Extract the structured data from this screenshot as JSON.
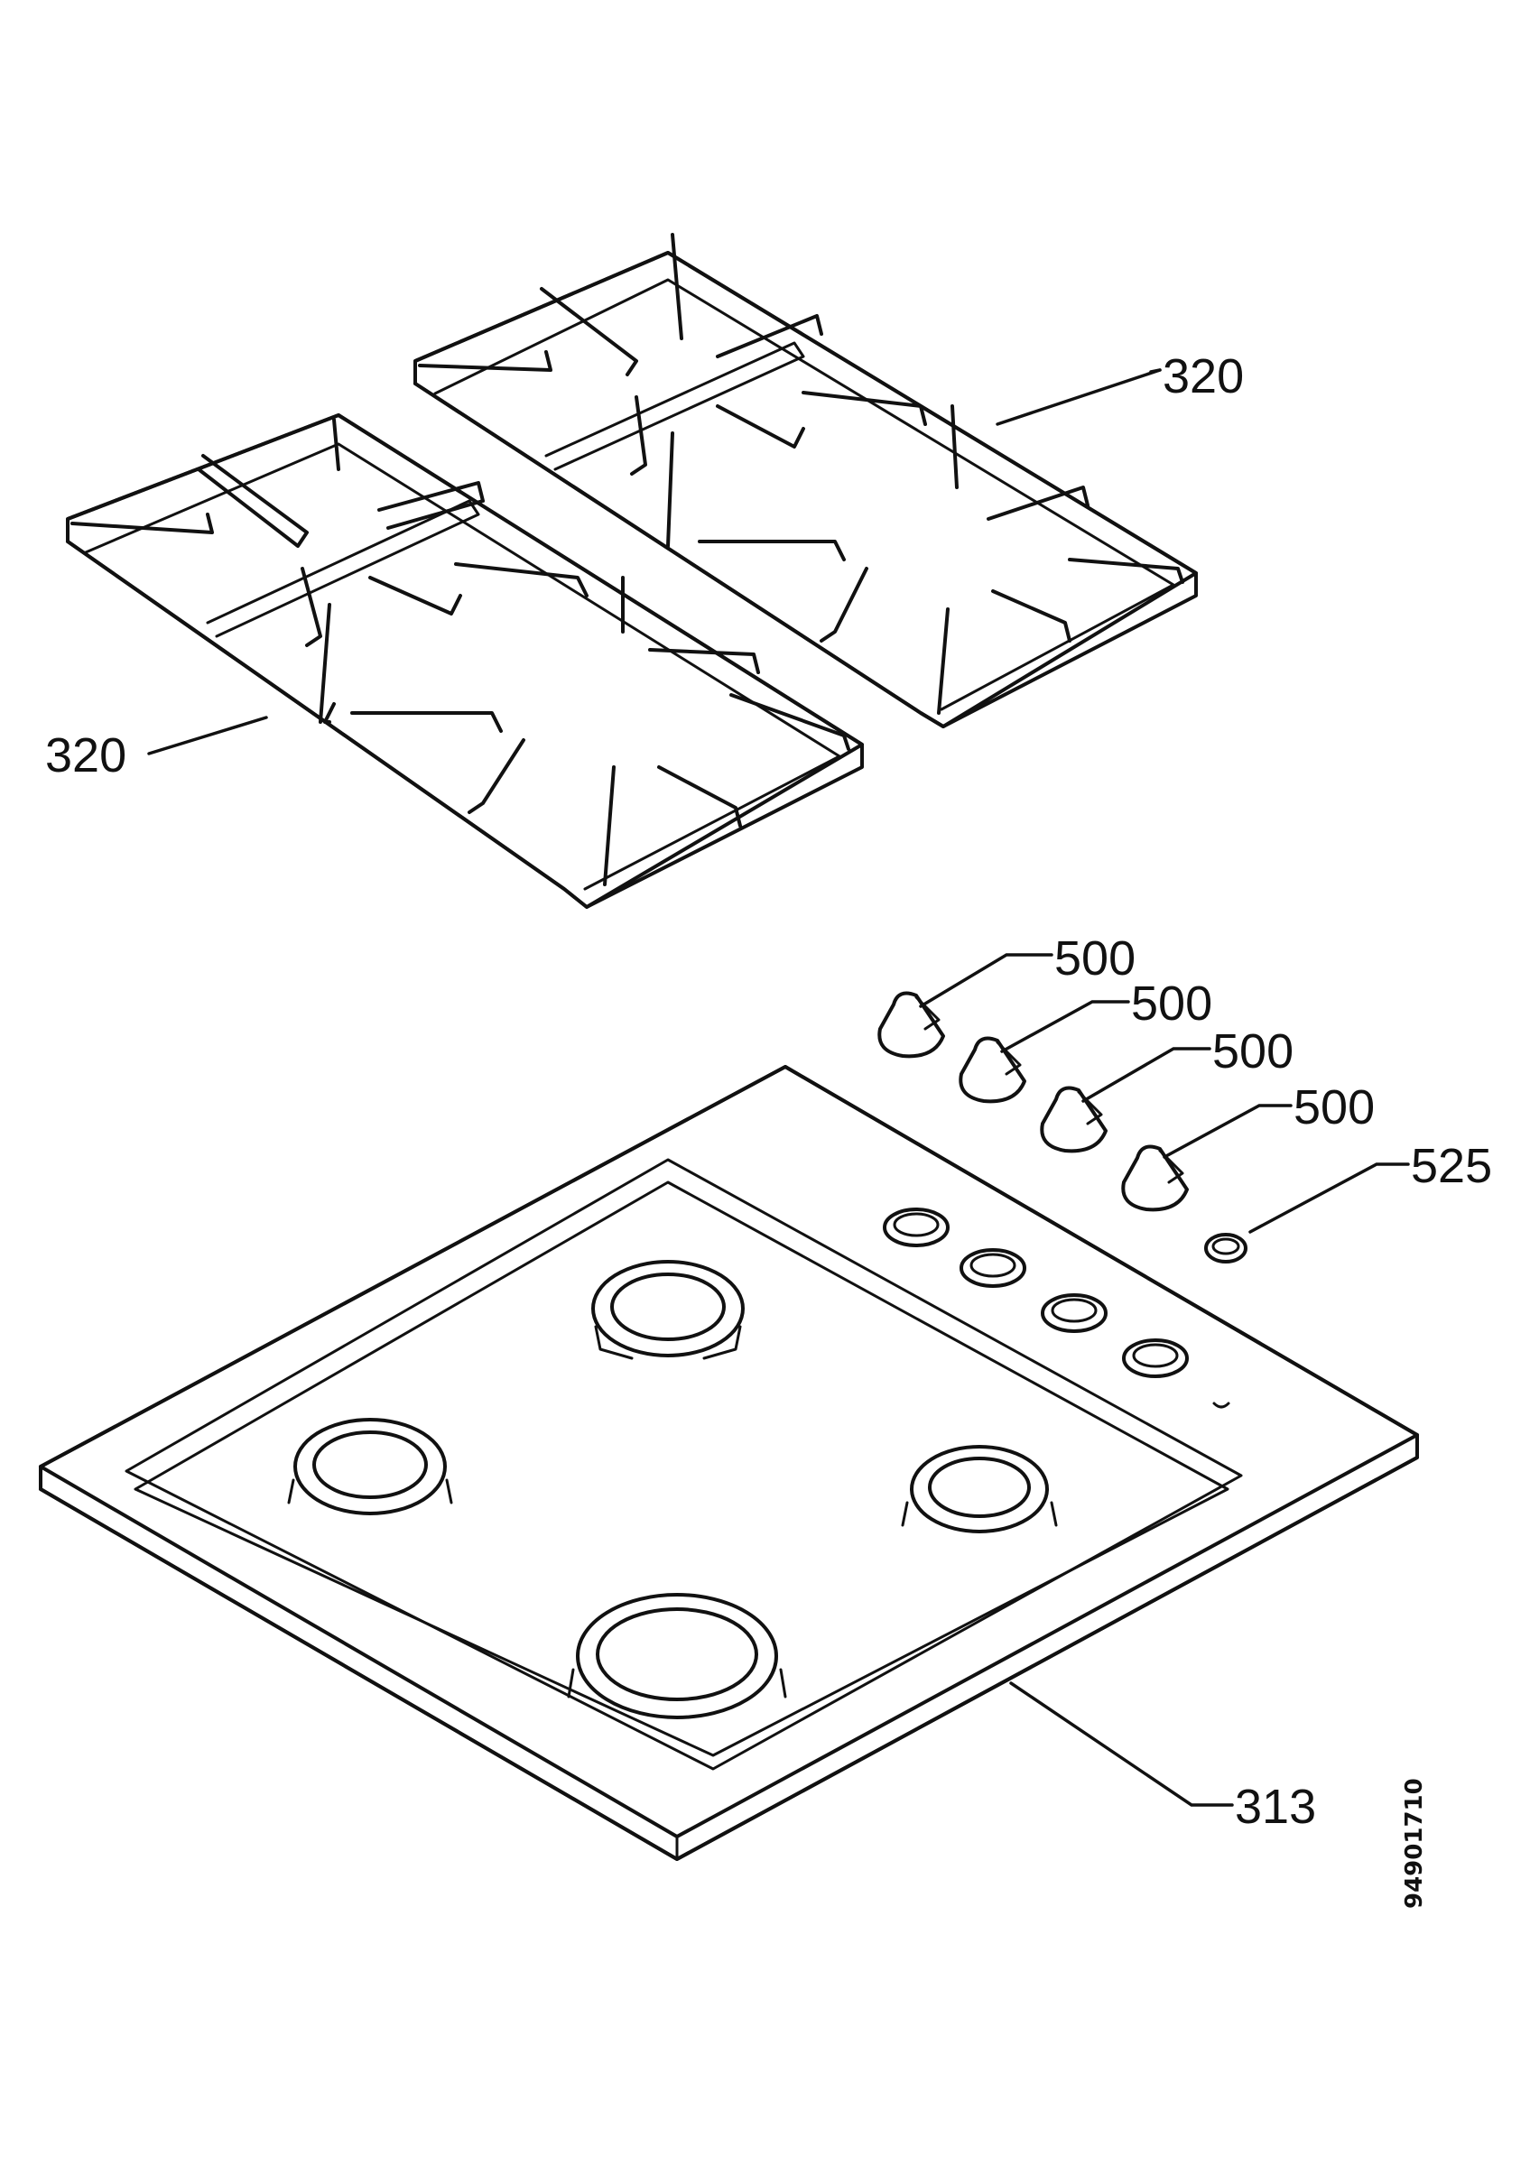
{
  "callouts": {
    "grate_right": "320",
    "grate_left": "320",
    "knob_1": "500",
    "knob_2": "500",
    "knob_3": "500",
    "knob_4": "500",
    "ignition_button": "525",
    "hob_top": "313"
  },
  "document_id": "94901710"
}
